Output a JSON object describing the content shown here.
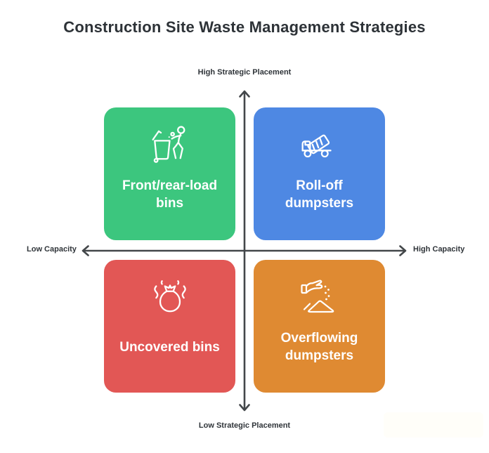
{
  "title": "Construction Site Waste Management Strategies",
  "axes": {
    "y_top_label": "High Strategic Placement",
    "y_bottom_label": "Low Strategic Placement",
    "x_left_label": "Low Capacity",
    "x_right_label": "High Capacity",
    "line_color": "#43474a"
  },
  "quadrants": [
    {
      "position": "top-left",
      "label": "Front/rear-load bins",
      "color": "#3cc67e",
      "icon": "person-disposing-trash-icon"
    },
    {
      "position": "top-right",
      "label": "Roll-off dumpsters",
      "color": "#4e88e3",
      "icon": "dump-truck-icon"
    },
    {
      "position": "bottom-left",
      "label": "Uncovered bins",
      "color": "#e25755",
      "icon": "smelly-trash-bag-icon"
    },
    {
      "position": "bottom-right",
      "label": "Overflowing dumpsters",
      "color": "#df8a32",
      "icon": "hand-sprinkling-waste-icon"
    }
  ],
  "colors": {
    "background": "#ffffff",
    "title_text": "#2d3237",
    "card_text": "#ffffff"
  }
}
